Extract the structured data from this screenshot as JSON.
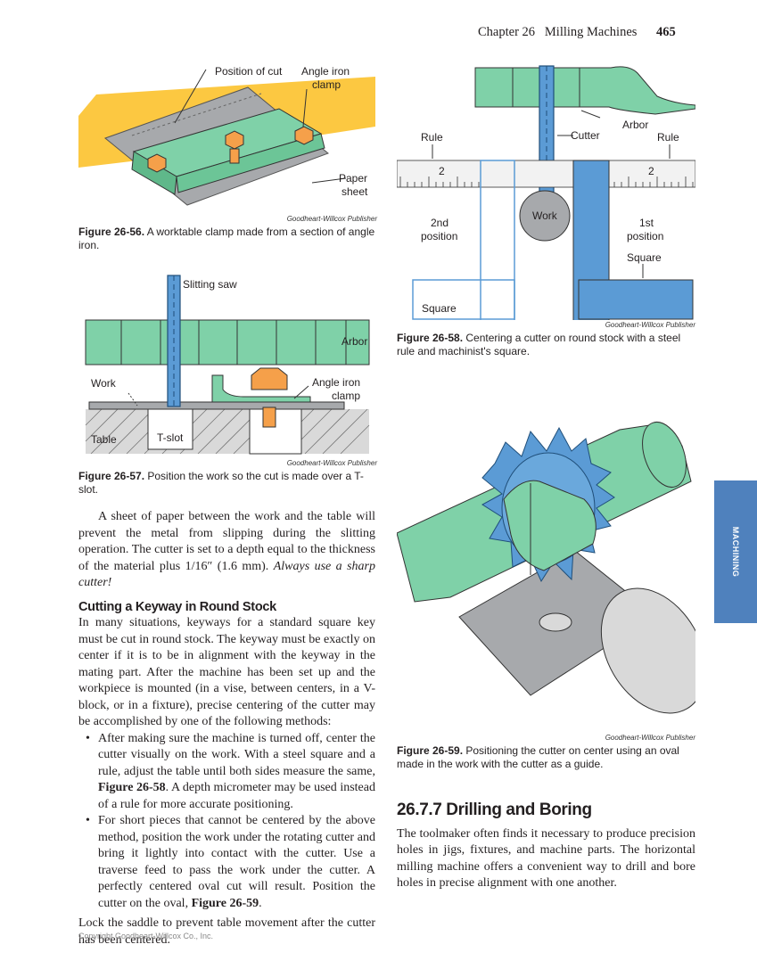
{
  "header": {
    "chapter": "Chapter 26",
    "title": "Milling Machines",
    "page_number": "465"
  },
  "figures": {
    "fig56": {
      "labels": {
        "position_of_cut": "Position of cut",
        "angle_iron_1": "Angle iron",
        "angle_iron_2": "clamp",
        "paper_1": "Paper",
        "paper_2": "sheet"
      },
      "publisher": "Goodheart-Willcox Publisher",
      "caption_num": "Figure 26-56.",
      "caption_text": " A worktable clamp made from a section of angle iron."
    },
    "fig57": {
      "labels": {
        "slitting_saw": "Slitting saw",
        "arbor": "Arbor",
        "work": "Work",
        "angle_iron_1": "Angle iron",
        "angle_iron_2": "clamp",
        "table": "Table",
        "tslot": "T-slot"
      },
      "publisher": "Goodheart-Willcox Publisher",
      "caption_num": "Figure 26-57.",
      "caption_text": " Position the work so the cut is made over a T-slot."
    },
    "fig58": {
      "labels": {
        "arbor": "Arbor",
        "rule_left": "Rule",
        "cutter": "Cutter",
        "rule_right": "Rule",
        "tick_left": "2",
        "tick_right": "2",
        "second_1": "2nd",
        "second_2": "position",
        "work": "Work",
        "first_1": "1st",
        "first_2": "position",
        "square_right": "Square",
        "square_left": "Square"
      },
      "publisher": "Goodheart-Willcox Publisher",
      "caption_num": "Figure 26-58.",
      "caption_text": " Centering a cutter on round stock with a steel rule and machinist's square."
    },
    "fig59": {
      "publisher": "Goodheart-Willcox Publisher",
      "caption_num": "Figure 26-59.",
      "caption_text": " Positioning the cutter on center using an oval made in the work with the cutter as a guide."
    }
  },
  "body": {
    "para1_main": "A sheet of paper between the work and the table will prevent the metal from slipping during the slitting operation. The cutter is set to a depth equal to the thickness of the material plus 1/16″ (1.6 mm). ",
    "para1_italic": "Always use a sharp cutter!",
    "keyway_heading": "Cutting a Keyway in Round Stock",
    "para2": "In many situations, keyways for a standard square key must be cut in round stock. The keyway must be exactly on center if it is to be in alignment with the keyway in the mating part. After the machine has been set up and the workpiece is mounted (in a vise, between centers, in a V-block, or in a fixture), precise centering of the cutter may be accomplished by one of the following methods:",
    "bullet1_a": "After making sure the machine is turned off, center the cutter visually on the work. With a steel square and a rule, adjust the table until both sides measure the same, ",
    "bullet1_ref": "Figure 26-58",
    "bullet1_b": ". A depth micrometer may be used instead of a rule for more accurate positioning.",
    "bullet2_a": "For short pieces that cannot be centered by the above method, position the work under the rotating cutter and bring it lightly into contact with the cutter. Use a traverse feed to pass the work under the cutter. A perfectly centered oval cut will result. Position the cutter on the oval, ",
    "bullet2_ref": "Figure 26-59",
    "bullet2_b": ".",
    "para3": "Lock the saddle to prevent table movement after the cutter has been centered.",
    "section_heading": "26.7.7 Drilling and Boring",
    "para4": "The toolmaker often finds it necessary to produce precision holes in jigs, fixtures, and machine parts. The horizontal milling machine offers a convenient way to drill and bore holes in precise alignment with one another."
  },
  "side_tab": "MACHINING",
  "footer": "Copyright Goodheart-Willcox Co., Inc.",
  "colors": {
    "green": "#7fd1a8",
    "blue": "#5b9bd5",
    "yellow": "#fcc841",
    "orange": "#f5a04a",
    "gray": "#a7a9ac",
    "tab": "#4f81bd"
  }
}
